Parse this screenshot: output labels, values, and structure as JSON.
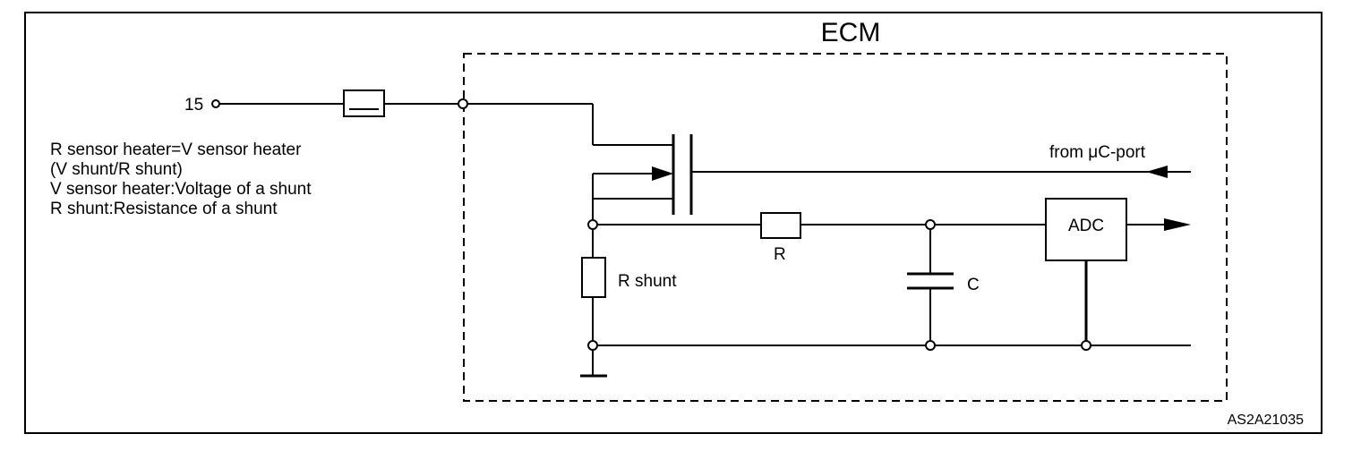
{
  "ecm_title": "ECM",
  "terminal_label": "15",
  "formula": {
    "line1": "R  sensor  heater=V  sensor  heater",
    "line2": "(V  shunt/R  shunt)",
    "line3": "V  sensor  heater:Voltage  of  a  shunt",
    "line4": "R  shunt:Resistance  of  a  shunt"
  },
  "components": {
    "resistor_label": "R",
    "shunt_label": "R  shunt",
    "capacitor_label": "C",
    "adc_label": "ADC"
  },
  "signal_label": "from  μC-port",
  "figure_code": "AS2A21035"
}
